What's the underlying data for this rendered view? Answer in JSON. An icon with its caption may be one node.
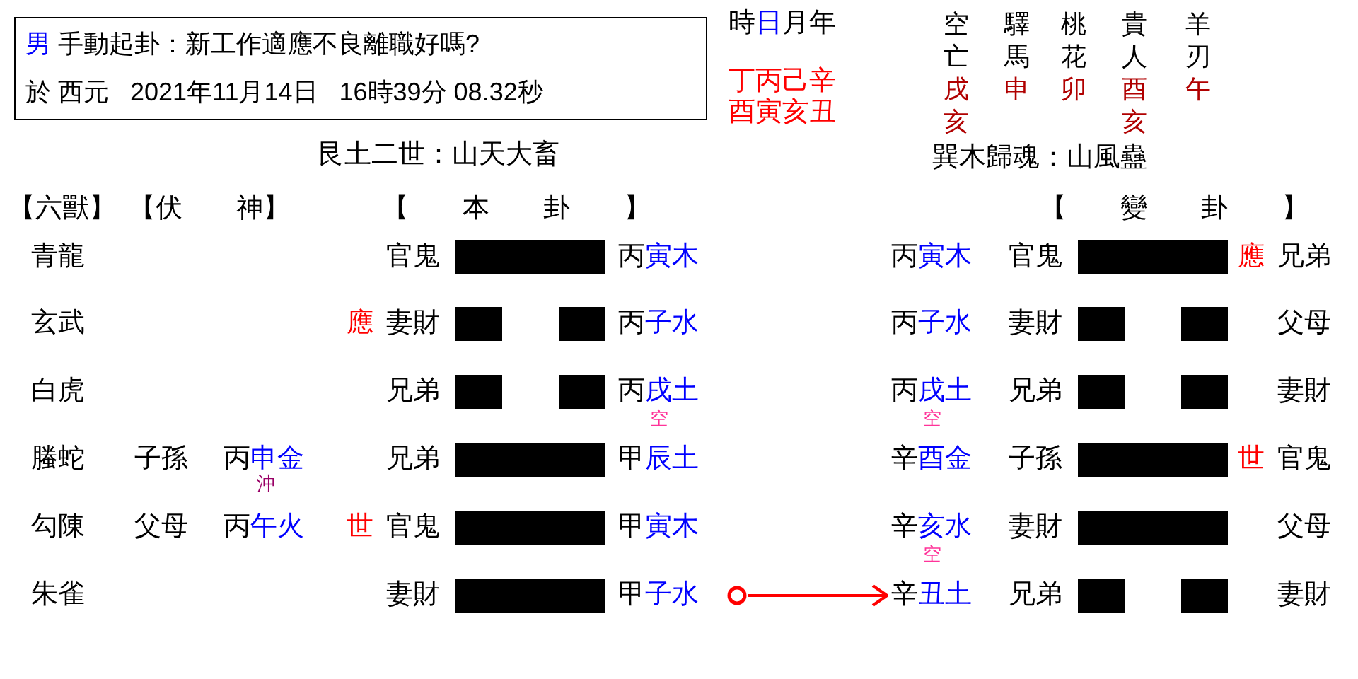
{
  "diagram": {
    "nodes": [
      {
        "text": [
          "男 手動起卦：新工作適應不良離職好嗎?",
          "於 西元   2021年11月14日   16時39分 08.32秒"
        ]
      },
      {
        "text": [],
        "shape": "circle"
      },
      {
        "text": [
          "辛丑土"
        ]
      }
    ],
    "edges": [
      {
        "from": 1,
        "to": 2,
        "arrow": "to",
        "color": "#ff0000"
      }
    ],
    "labels": [
      "時日月年",
      "丁丙己辛",
      "酉寅亥丑",
      "空亡",
      "驛馬",
      "桃花",
      "貴人",
      "羊刃",
      "戌亥",
      "申",
      "卯",
      "酉亥",
      "午",
      "艮土二世：山天大畜",
      "巽木歸魂：山風蠱",
      "【六獸】",
      "【伏　　神】",
      "【　　本　　卦　　】",
      "【　　變　　卦　　】",
      "青龍",
      "官鬼",
      "丙寅木",
      "丙寅木",
      "官鬼",
      "應",
      "兄弟",
      "玄武",
      "應",
      "妻財",
      "丙子水",
      "丙子水",
      "妻財",
      "父母",
      "白虎",
      "兄弟",
      "丙戌土",
      "丙戌土",
      "兄弟",
      "妻財",
      "空",
      "空",
      "螣蛇",
      "子孫",
      "丙申金",
      "兄弟",
      "甲辰土",
      "辛酉金",
      "子孫",
      "世",
      "官鬼",
      "沖",
      "勾陳",
      "父母",
      "丙午火",
      "世",
      "官鬼",
      "甲寅木",
      "辛亥水",
      "妻財",
      "父母",
      "空",
      "朱雀",
      "妻財",
      "甲子水",
      "兄弟",
      "妻財"
    ]
  }
}
